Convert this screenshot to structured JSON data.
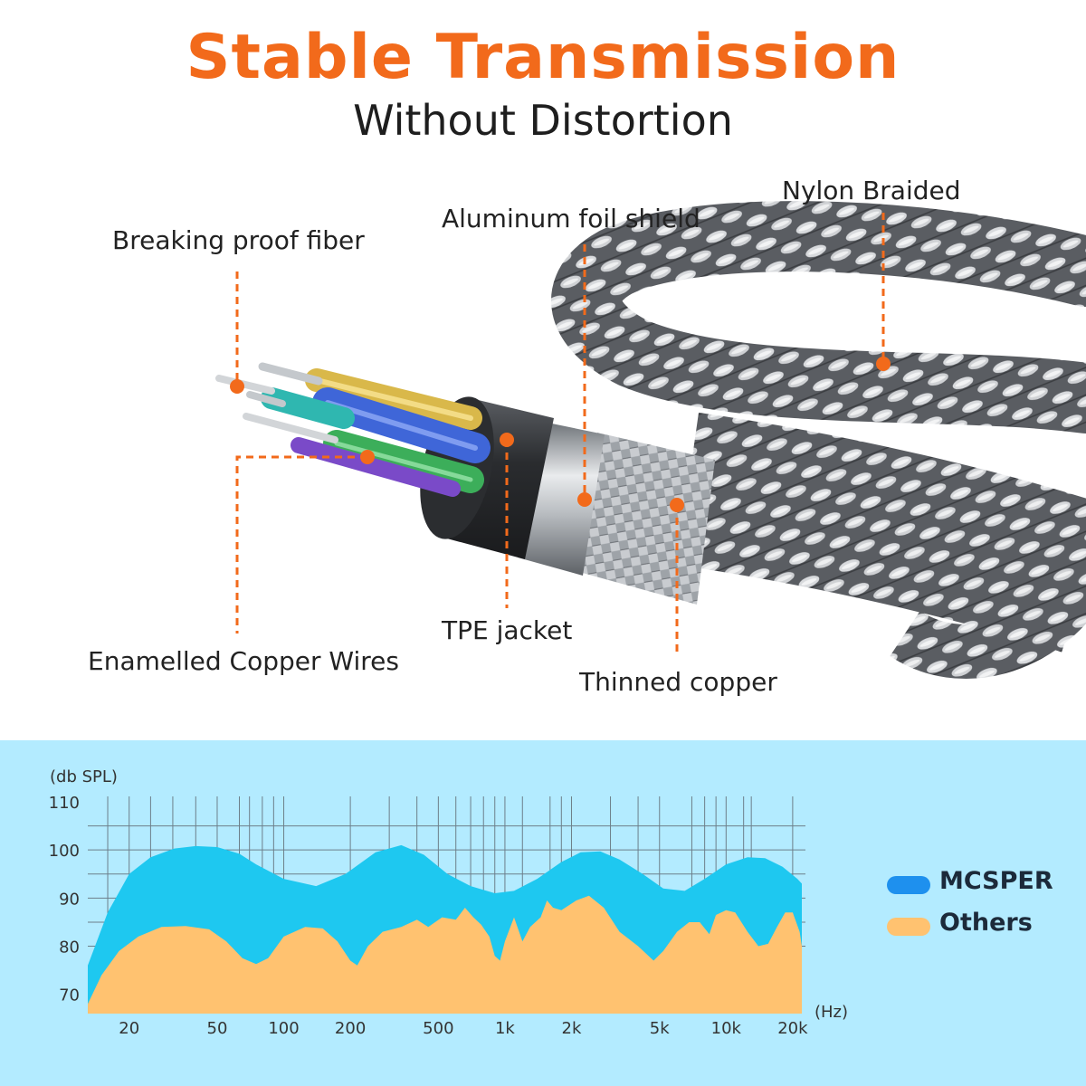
{
  "header": {
    "title": "Stable Transmission",
    "subtitle": "Without Distortion"
  },
  "callouts": {
    "nylon_braided": "Nylon Braided",
    "aluminum_foil_shield": "Aluminum foil shield",
    "breaking_proof_fiber": "Breaking proof fiber",
    "enamelled_copper_wires": "Enamelled Copper Wires",
    "tpe_jacket": "TPE jacket",
    "thinned_copper": "Thinned copper"
  },
  "colors": {
    "accent_orange": "#f26a1b",
    "panel_bg": "#b3ebff",
    "mcsper": "#1ec8f0",
    "others": "#ffc270",
    "wire_yellow": "#d9b84a",
    "wire_blue": "#3f66d8",
    "wire_teal": "#2fb7b0",
    "wire_green": "#3cae5a",
    "wire_purple": "#7a4ac8"
  },
  "chart_data": {
    "type": "area",
    "ylabel": "(db SPL)",
    "xlabel": "(Hz)",
    "xscale": "log",
    "xlim": [
      13,
      22000
    ],
    "ylim": [
      66,
      110
    ],
    "yticks": [
      {
        "value": 110,
        "label": "110"
      },
      {
        "value": 100,
        "label": "100"
      },
      {
        "value": 90,
        "label": "90"
      },
      {
        "value": 80,
        "label": "80"
      },
      {
        "value": 70,
        "label": "70"
      }
    ],
    "xticks": [
      {
        "value": 20,
        "label": "20"
      },
      {
        "value": 50,
        "label": "50"
      },
      {
        "value": 100,
        "label": "100"
      },
      {
        "value": 200,
        "label": "200"
      },
      {
        "value": 500,
        "label": "500"
      },
      {
        "value": 1000,
        "label": "1k"
      },
      {
        "value": 2000,
        "label": "2k"
      },
      {
        "value": 5000,
        "label": "5k"
      },
      {
        "value": 10000,
        "label": "10k"
      },
      {
        "value": 20000,
        "label": "20k"
      }
    ],
    "grid_lines_x": [
      16,
      20,
      25,
      31.5,
      40,
      50,
      63,
      70,
      80,
      90,
      100,
      200,
      300,
      400,
      500,
      600,
      700,
      800,
      900,
      1000,
      1200,
      1600,
      1800,
      2000,
      3000,
      4000,
      5000,
      7000,
      8000,
      9000,
      10000,
      12000,
      13000,
      20000
    ],
    "grid_lines_y": [
      105,
      100,
      95,
      90,
      85,
      80
    ],
    "legend_position": "right",
    "series": [
      {
        "name": "MCSPER",
        "color": "#1ec8f0",
        "points": [
          [
            13,
            76
          ],
          [
            16,
            87
          ],
          [
            20,
            95
          ],
          [
            25,
            98.5
          ],
          [
            32,
            100.3
          ],
          [
            40,
            100.8
          ],
          [
            50,
            100.6
          ],
          [
            63,
            99.2
          ],
          [
            75,
            97
          ],
          [
            100,
            94
          ],
          [
            140,
            92.5
          ],
          [
            190,
            95
          ],
          [
            260,
            99.5
          ],
          [
            340,
            101
          ],
          [
            430,
            99
          ],
          [
            550,
            95
          ],
          [
            700,
            92.5
          ],
          [
            900,
            91
          ],
          [
            1100,
            91.5
          ],
          [
            1400,
            94
          ],
          [
            1800,
            97.5
          ],
          [
            2200,
            99.5
          ],
          [
            2700,
            99.7
          ],
          [
            3300,
            98
          ],
          [
            4200,
            95
          ],
          [
            5200,
            92
          ],
          [
            6500,
            91.5
          ],
          [
            8000,
            94
          ],
          [
            10000,
            97
          ],
          [
            12500,
            98.5
          ],
          [
            15000,
            98.3
          ],
          [
            18000,
            96.5
          ],
          [
            21000,
            94
          ],
          [
            22000,
            93
          ]
        ]
      },
      {
        "name": "Others",
        "color": "#ffc270",
        "points": [
          [
            13,
            68
          ],
          [
            15,
            74
          ],
          [
            18,
            79
          ],
          [
            22,
            82
          ],
          [
            28,
            84
          ],
          [
            36,
            84.2
          ],
          [
            46,
            83.5
          ],
          [
            55,
            81
          ],
          [
            65,
            77.5
          ],
          [
            75,
            76.3
          ],
          [
            85,
            77.5
          ],
          [
            100,
            82
          ],
          [
            125,
            84
          ],
          [
            150,
            83.7
          ],
          [
            175,
            81
          ],
          [
            200,
            77
          ],
          [
            215,
            76
          ],
          [
            240,
            80
          ],
          [
            280,
            83
          ],
          [
            340,
            84
          ],
          [
            400,
            85.5
          ],
          [
            450,
            84
          ],
          [
            520,
            86
          ],
          [
            600,
            85.5
          ],
          [
            660,
            88
          ],
          [
            720,
            86
          ],
          [
            780,
            84.5
          ],
          [
            850,
            82
          ],
          [
            900,
            78
          ],
          [
            950,
            77
          ],
          [
            1000,
            81
          ],
          [
            1100,
            86
          ],
          [
            1200,
            81
          ],
          [
            1300,
            84
          ],
          [
            1450,
            86
          ],
          [
            1550,
            89.5
          ],
          [
            1650,
            88
          ],
          [
            1800,
            87.5
          ],
          [
            2100,
            89.5
          ],
          [
            2400,
            90.5
          ],
          [
            2800,
            88
          ],
          [
            3300,
            83
          ],
          [
            4000,
            80
          ],
          [
            4700,
            77
          ],
          [
            5200,
            79
          ],
          [
            6000,
            83
          ],
          [
            6800,
            85
          ],
          [
            7600,
            85
          ],
          [
            8400,
            82.5
          ],
          [
            9000,
            86.5
          ],
          [
            10000,
            87.5
          ],
          [
            11000,
            87
          ],
          [
            12500,
            83
          ],
          [
            14000,
            80
          ],
          [
            15500,
            80.5
          ],
          [
            17000,
            84
          ],
          [
            18500,
            87
          ],
          [
            20000,
            87
          ],
          [
            21500,
            83
          ],
          [
            22000,
            80
          ]
        ]
      }
    ]
  }
}
